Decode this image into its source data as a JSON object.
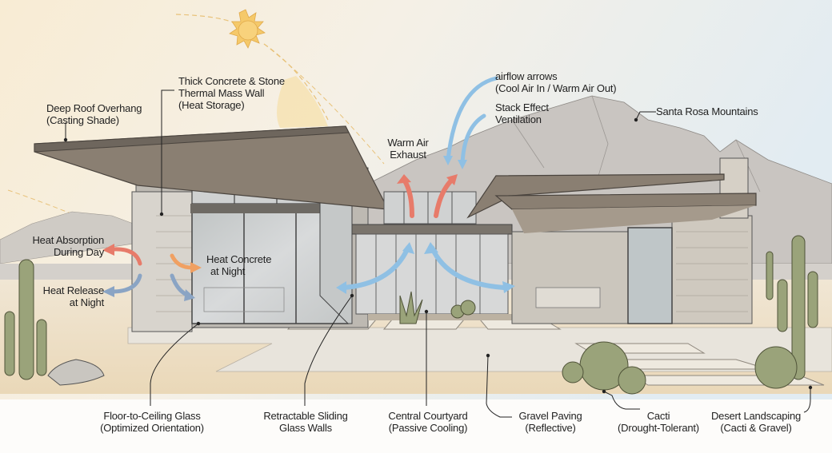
{
  "diagram": {
    "type": "annotated-architectural-illustration",
    "subject": "Desert modern house with passive cooling features",
    "colors": {
      "sky_top": "#e4edf2",
      "sky_warm": "#f7ecd6",
      "sun": "#f5c96a",
      "roof": "#8a7f72",
      "roof_edge": "#6e665d",
      "concrete": "#d8d4cd",
      "stone": "#cfc9bf",
      "glass": "#c9cdce",
      "ground_sand": "#ecdcc0",
      "gravel": "#e7e2d9",
      "cactus": "#9aa37a",
      "mountains": "#bcb8b4",
      "warm_arrow": "#e77b6a",
      "cool_arrow": "#8fc0e4",
      "heat_arrow_orange": "#f0a062",
      "heat_arrow_blue": "#8aa4c4"
    }
  },
  "labels": {
    "roof_overhang": {
      "line1": "Deep Roof Overhang",
      "line2": "(Casting Shade)"
    },
    "thermal_wall": {
      "line1": "Thick Concrete & Stone",
      "line2": "Thermal Mass Wall",
      "line3": "(Heat Storage)"
    },
    "airflow": {
      "line1": "airflow arrows",
      "line2": "(Cool Air In / Warm Air Out)"
    },
    "stack_effect": {
      "line1": "Stack Effect",
      "line2": "Ventilation"
    },
    "warm_exhaust": {
      "line1": "Warm Air",
      "line2": "Exhaust"
    },
    "mountains": {
      "line1": "Santa Rosa Mountains"
    },
    "heat_absorption": {
      "line1": "Heat Absorption",
      "line2": "During Day"
    },
    "heat_release": {
      "line1": "Heat Release",
      "line2": "at Night"
    },
    "heat_concrete": {
      "line1": "Heat Concrete",
      "line2": "at Night"
    },
    "glass": {
      "line1": "Floor-to-Ceiling Glass",
      "line2": "(Optimized Orientation)"
    },
    "sliding": {
      "line1": "Retractable Sliding",
      "line2": "Glass Walls"
    },
    "courtyard": {
      "line1": "Central Courtyard",
      "line2": "(Passive Cooling)"
    },
    "gravel": {
      "line1": "Gravel Paving",
      "line2": "(Reflective)"
    },
    "cacti": {
      "line1": "Cacti",
      "line2": "(Drought-Tolerant)"
    },
    "landscaping": {
      "line1": "Desert Landscaping",
      "line2": "(Cacti & Gravel)"
    }
  }
}
